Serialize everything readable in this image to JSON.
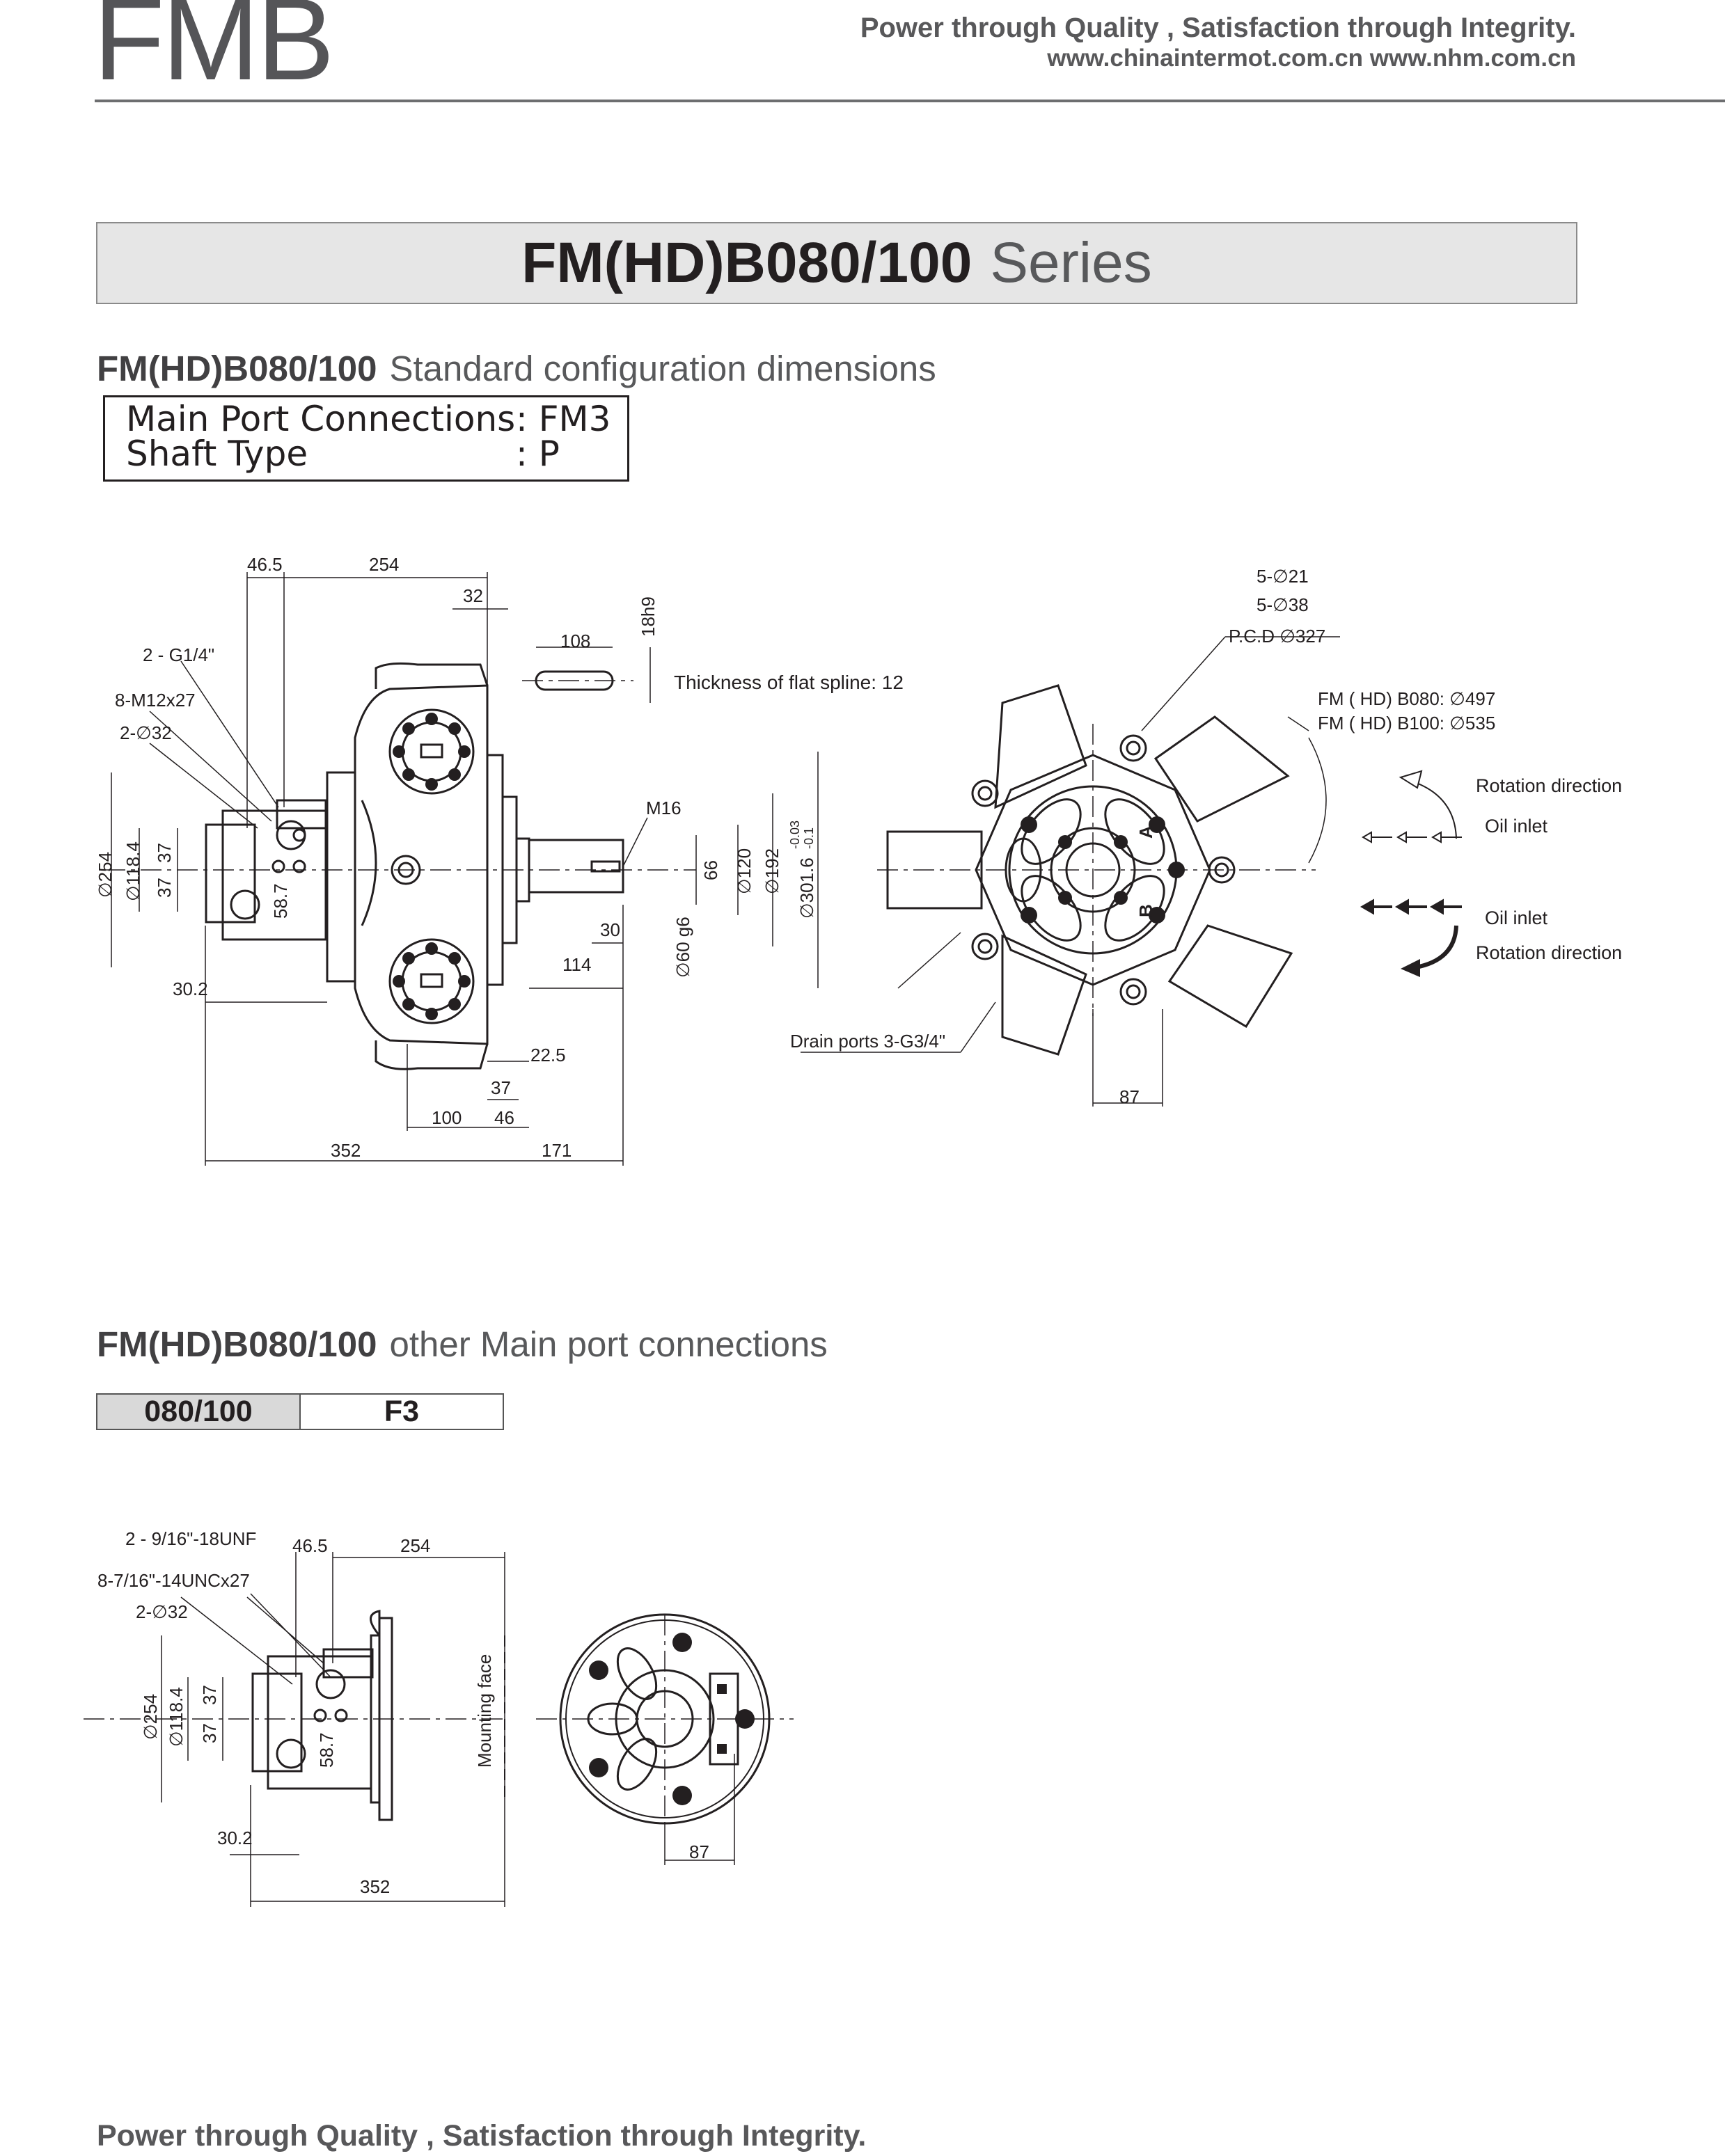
{
  "header": {
    "logo": "FMB",
    "slogan": "Power through Quality , Satisfaction through Integrity.",
    "urls": "www.chinaintermot.com.cn  www.nhm.com.cn"
  },
  "banner": {
    "model": "FM(HD)B080/100",
    "suffix": "Series"
  },
  "section1": {
    "model": "FM(HD)B080/100",
    "title": "Standard configuration dimensions",
    "config": [
      {
        "label": "Main Port Connections",
        "value": ": FM3"
      },
      {
        "label": "Shaft Type",
        "value": ": P"
      }
    ]
  },
  "drawing1": {
    "dims_side": {
      "d46_5": "46.5",
      "d254": "254",
      "d32": "32",
      "d108": "108",
      "d18h9": "18h9",
      "spline_note": "Thickness of flat spline: 12",
      "g14": "2 - G1/4\"",
      "m12": "8-M12x27",
      "phi32": "2-∅32",
      "m16": "M16",
      "phi254": "∅254",
      "phi118": "∅118.4",
      "d37a": "37",
      "d37b": "37",
      "d58_7": "58.7",
      "d66": "66",
      "phi120": "∅120",
      "phi192": "∅192",
      "phi301": "∅301.6",
      "tol_upper": "-0.03",
      "tol_lower": "-0.1",
      "d30": "30",
      "phi60": "∅60 g6",
      "d114": "114",
      "d30_2": "30.2",
      "d22_5": "22.5",
      "d37c": "37",
      "d100": "100",
      "d46": "46",
      "d352": "352",
      "d171": "171"
    },
    "dims_front": {
      "holes21": "5-∅21",
      "holes38": "5-∅38",
      "pcd": "P.C.D  ∅327",
      "fm080": "FM ( HD)  B080: ∅497",
      "fm100": "FM ( HD)  B100: ∅535",
      "drain": "Drain ports 3-G3/4\"",
      "d87": "87",
      "port_a": "A",
      "port_b": "B"
    },
    "legend": {
      "rotation_top": "Rotation direction",
      "oil_inlet_top": "Oil inlet",
      "oil_inlet_bottom": "Oil inlet",
      "rotation_bottom": "Rotation direction"
    }
  },
  "section2": {
    "model": "FM(HD)B080/100",
    "title": "other Main port connections",
    "table": {
      "header": "080/100",
      "value": "F3"
    }
  },
  "drawing2": {
    "unf": "2 - 9/16\"-18UNF",
    "unc": "8-7/16\"-14UNCx27",
    "phi32": "2-∅32",
    "d46_5": "46.5",
    "d254": "254",
    "phi254": "∅254",
    "phi118": "∅118.4",
    "d37a": "37",
    "d37b": "37",
    "d58_7": "58.7",
    "mounting": "Mounting face",
    "d30_2": "30.2",
    "d352": "352",
    "d87": "87"
  },
  "footer": {
    "slogan": "Power through Quality , Satisfaction through Integrity."
  },
  "colors": {
    "ink": "#231f20",
    "grey_text": "#58595b",
    "banner_bg": "#e6e6e6",
    "table_header_bg": "#d9d9d9"
  }
}
